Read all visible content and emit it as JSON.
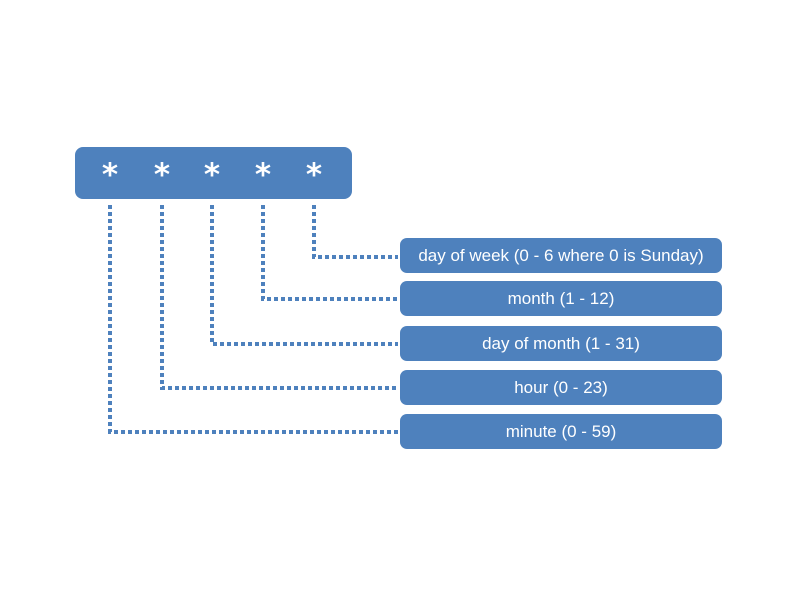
{
  "colors": {
    "accent": "#4e81bd",
    "text": "#ffffff"
  },
  "cron": {
    "fields": [
      "*",
      "*",
      "*",
      "*",
      "*"
    ]
  },
  "labels": [
    "day of week (0 - 6 where 0 is Sunday)",
    "month (1 - 12)",
    "day of month (1 - 31)",
    "hour (0 - 23)",
    "minute (0 - 59)"
  ]
}
